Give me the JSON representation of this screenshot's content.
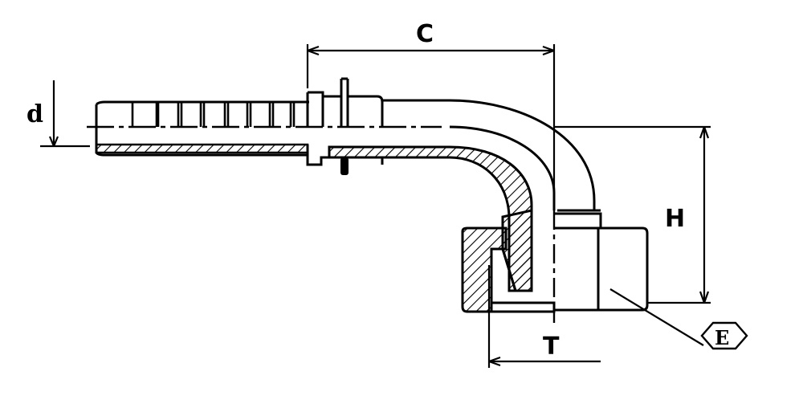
{
  "diagram": {
    "dimension_labels": {
      "d": "d",
      "c": "C",
      "h": "H",
      "t": "T",
      "e": "E"
    },
    "colors": {
      "line": "#000000",
      "background": "#ffffff"
    }
  }
}
